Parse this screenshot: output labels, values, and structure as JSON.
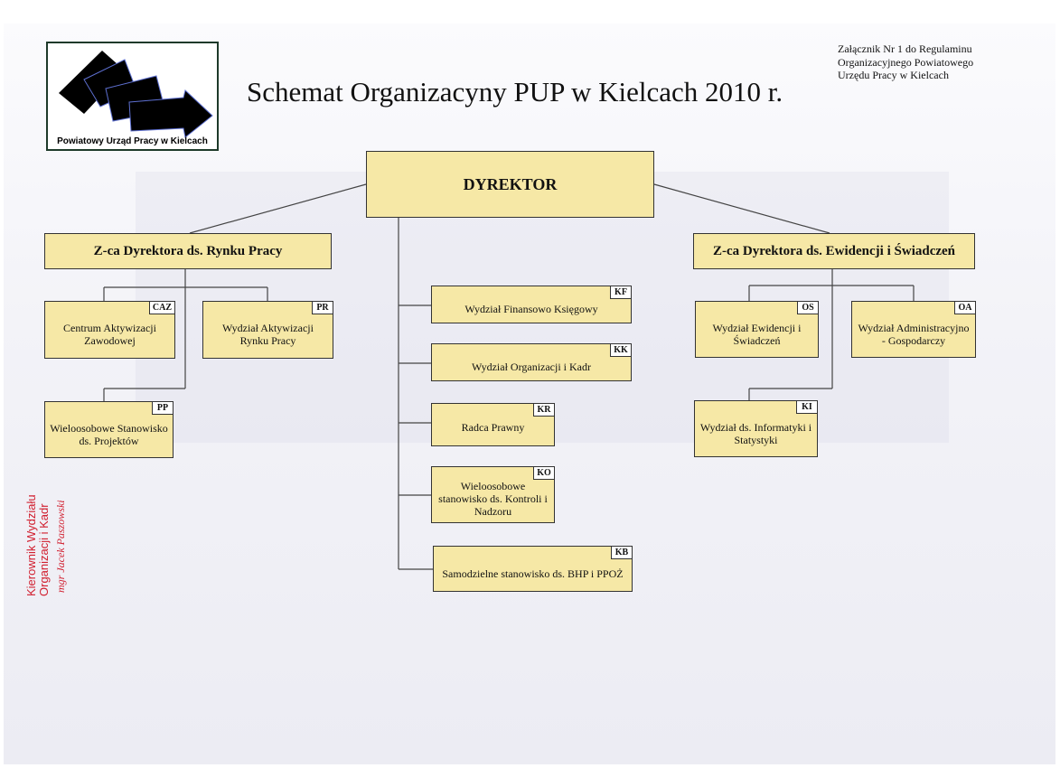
{
  "header": {
    "title": "Schemat Organizacyny PUP w Kielcach 2010 r.",
    "annex_lines": [
      "Załącznik Nr 1 do Regulaminu",
      "Organizacyjnego Powiatowego",
      "Urzędu Pracy w Kielcach"
    ],
    "logo_caption": "Powiatowy Urząd Pracy w Kielcach"
  },
  "chart": {
    "director": "DYREKTOR",
    "deputy_left": "Z-ca Dyrektora ds. Rynku Pracy",
    "deputy_right": "Z-ca Dyrektora ds. Ewidencji i Świadczeń",
    "units": {
      "caz": {
        "label": "Centrum Aktywizacji Zawodowej",
        "code": "CAZ"
      },
      "pr": {
        "label": "Wydział Aktywizacji Rynku Pracy",
        "code": "PR"
      },
      "pp": {
        "label": "Wieloosobowe Stanowisko ds. Projektów",
        "code": "PP"
      },
      "kf": {
        "label": "Wydział Finansowo Księgowy",
        "code": "KF"
      },
      "kk": {
        "label": "Wydział Organizacji i Kadr",
        "code": "KK"
      },
      "kr": {
        "label": "Radca Prawny",
        "code": "KR"
      },
      "ko": {
        "label": "Wieloosobowe stanowisko ds. Kontroli i Nadzoru",
        "code": "KO"
      },
      "kb": {
        "label": "Samodzielne stanowisko ds. BHP i PPOŻ",
        "code": "KB"
      },
      "os": {
        "label": "Wydział Ewidencji i Świadczeń",
        "code": "OS"
      },
      "oa": {
        "label": "Wydział Administracyjno - Gospodarczy",
        "code": "OA"
      },
      "ki": {
        "label": "Wydział ds. Informatyki i Statystyki",
        "code": "KI"
      }
    }
  },
  "stamp": {
    "lines": [
      "Kierownik Wydziału",
      "Organizacji i Kadr"
    ],
    "signature": "mgr Jacek Paszowski"
  },
  "colors": {
    "box_fill": "#f6e8a6",
    "stamp": "#d12030"
  }
}
